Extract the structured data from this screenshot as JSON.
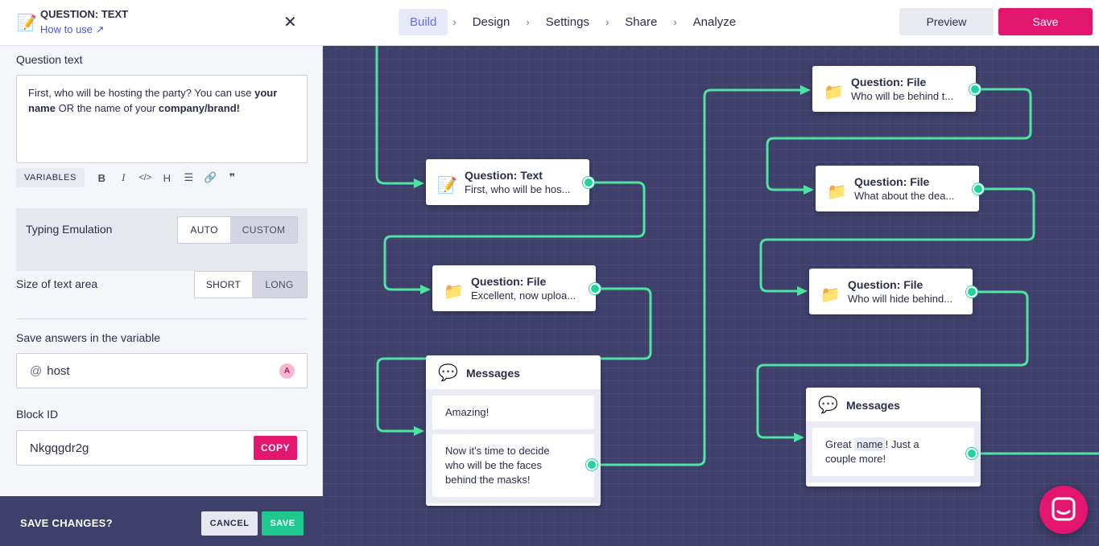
{
  "colors": {
    "accent": "#e2156f",
    "connector": "#1fd39a",
    "canvas": "#3e3f6a",
    "active_step": "#6b6fd8"
  },
  "nav": {
    "steps": [
      "Build",
      "Design",
      "Settings",
      "Share",
      "Analyze"
    ],
    "active": "Build",
    "preview_label": "Preview",
    "save_label": "Save"
  },
  "panel": {
    "title": "QUESTION: TEXT",
    "how_to_use": "How to use",
    "question_text_label": "Question text",
    "question_text": {
      "p1": "First, who will be hosting the party? You can use ",
      "b1": "your name",
      "p2": " OR the name of your ",
      "b2": "company/brand!"
    },
    "variables_label": "VARIABLES",
    "typing_emulation_label": "Typing Emulation",
    "typing_options": [
      "AUTO",
      "CUSTOM"
    ],
    "typing_selected": "AUTO",
    "text_area_size_label": "Size of text area",
    "size_options": [
      "SHORT",
      "LONG"
    ],
    "size_selected": "SHORT",
    "save_variable_label": "Save answers in the variable",
    "variable_prefix": "@",
    "variable_value": "host",
    "variable_badge": "A",
    "block_id_label": "Block ID",
    "block_id_value": "Nkgqgdr2g",
    "copy_label": "COPY",
    "footer": {
      "prompt": "SAVE CHANGES?",
      "cancel": "CANCEL",
      "save": "SAVE"
    }
  },
  "nodes": {
    "q_text": {
      "title": "Question: Text",
      "subtitle": "First, who will be hos..."
    },
    "q_file1": {
      "title": "Question: File",
      "subtitle": "Excellent, now uploa..."
    },
    "messages1": {
      "title": "Messages",
      "bubbles": [
        "Amazing!",
        "Now it's time to decide who will be the faces behind the masks!"
      ]
    },
    "q_file2": {
      "title": "Question: File",
      "subtitle": "Who will be behind t..."
    },
    "q_file3": {
      "title": "Question: File",
      "subtitle": "What about the dea..."
    },
    "q_file4": {
      "title": "Question: File",
      "subtitle": "Who will hide behind..."
    },
    "messages2": {
      "title": "Messages",
      "bubble_pre": "Great ",
      "bubble_tag": "name",
      "bubble_post": "! Just a couple more!"
    }
  }
}
